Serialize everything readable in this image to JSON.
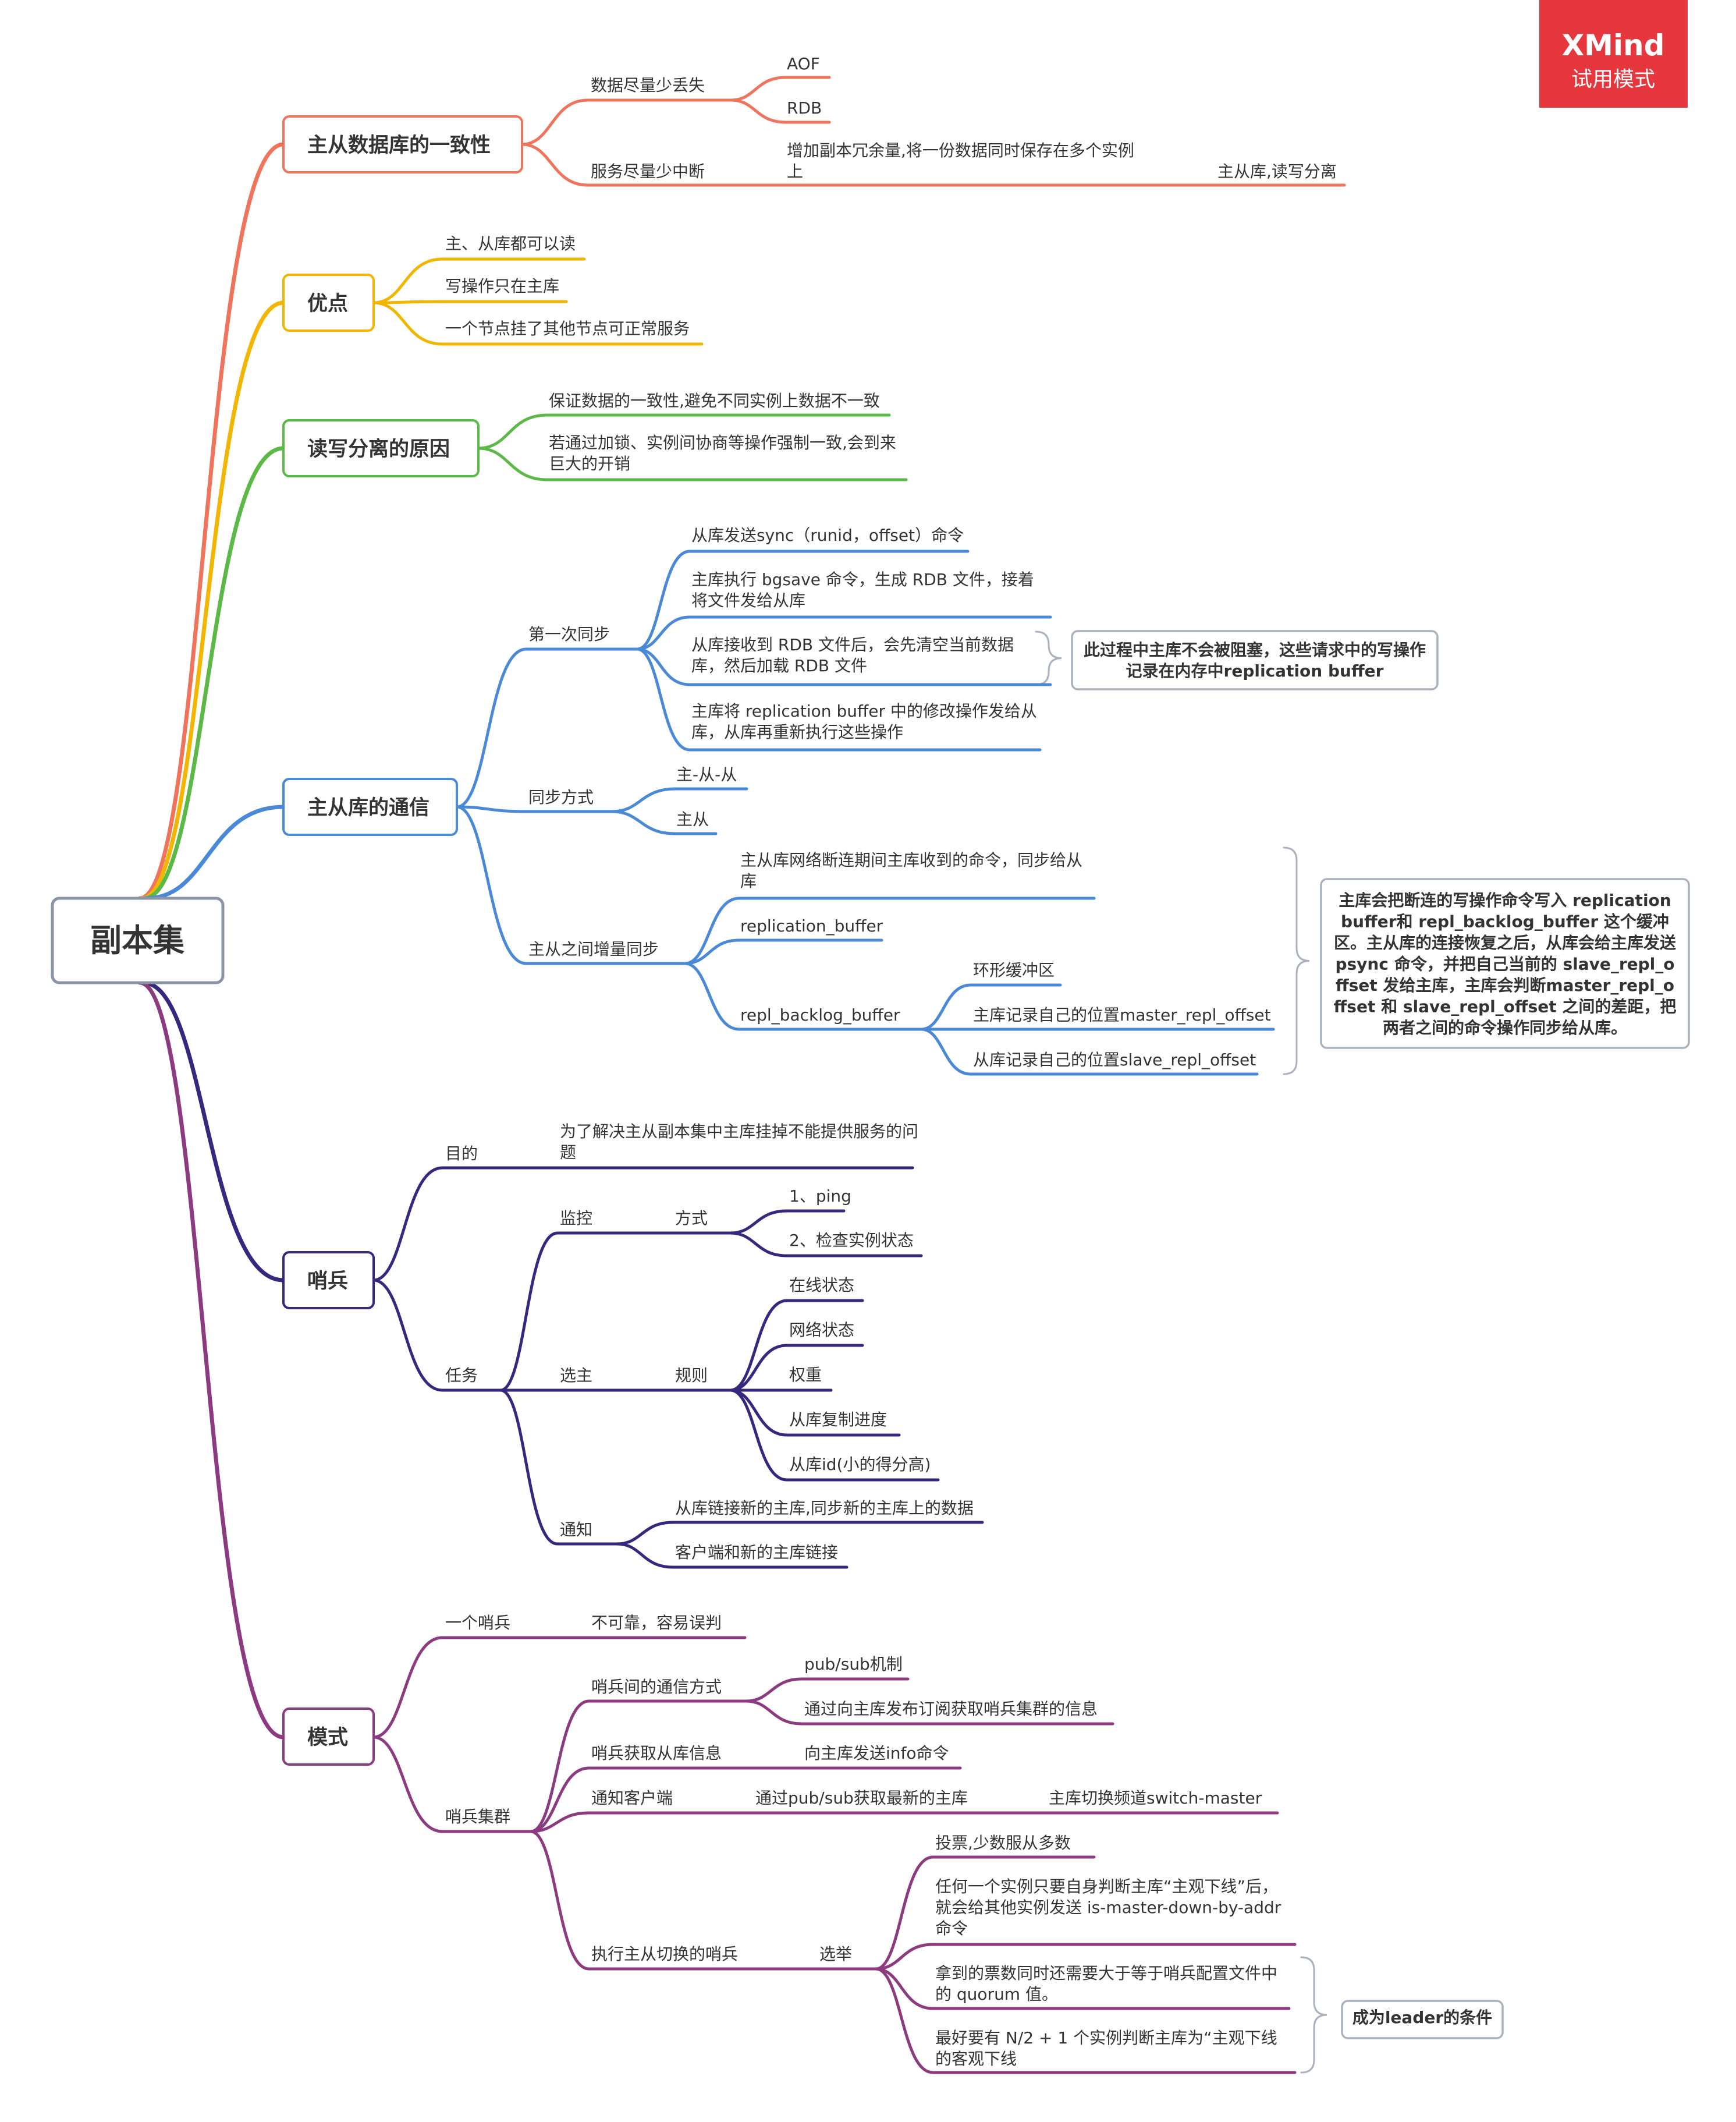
{
  "watermark": {
    "brand": "XMind",
    "mode": "试用模式",
    "color": "#e6373f"
  },
  "colors": {
    "branch1": "#f0735c",
    "branch2": "#f2b500",
    "branch3": "#5bb947",
    "branch4": "#4a89d8",
    "branch5": "#35297f",
    "branch6": "#8c3b80",
    "bracket": "#aab2bd",
    "text": "#333333"
  },
  "mindmap": {
    "root": "副本集",
    "topics": [
      {
        "label": "主从数据库的一致性",
        "children": [
          {
            "label": "数据尽量少丢失",
            "children": [
              {
                "label": "AOF"
              },
              {
                "label": "RDB"
              }
            ]
          },
          {
            "label": "服务尽量少中断",
            "children": [
              {
                "label": "增加副本冗余量,将一份数据同时保存在多个实例上",
                "children": [
                  {
                    "label": "主从库,读写分离"
                  }
                ]
              }
            ]
          }
        ]
      },
      {
        "label": "优点",
        "children": [
          {
            "label": "主、从库都可以读"
          },
          {
            "label": "写操作只在主库"
          },
          {
            "label": "一个节点挂了其他节点可正常服务"
          }
        ]
      },
      {
        "label": "读写分离的原因",
        "children": [
          {
            "label": "保证数据的一致性,避免不同实例上数据不一致"
          },
          {
            "label": "若通过加锁、实例间协商等操作强制一致,会到来巨大的开销"
          }
        ]
      },
      {
        "label": "主从库的通信",
        "children": [
          {
            "label": "第一次同步",
            "children": [
              {
                "label": "从库发送sync（runid，offset）命令"
              },
              {
                "label": "主库执行 bgsave 命令，生成 RDB 文件，接着将文件发给从库"
              },
              {
                "label": "从库接收到 RDB 文件后，会先清空当前数据库，然后加载 RDB 文件"
              },
              {
                "label": "主库将 replication buffer 中的修改操作发给从库，从库再重新执行这些操作"
              }
            ]
          },
          {
            "label": "同步方式",
            "children": [
              {
                "label": "主-从-从"
              },
              {
                "label": "主从"
              }
            ]
          },
          {
            "label": "主从之间增量同步",
            "children": [
              {
                "label": "主从库网络断连期间主库收到的命令，同步给从库"
              },
              {
                "label": "replication_buffer"
              },
              {
                "label": "repl_backlog_buffer",
                "children": [
                  {
                    "label": "环形缓冲区"
                  },
                  {
                    "label": "主库记录自己的位置master_repl_offset"
                  },
                  {
                    "label": "从库记录自己的位置slave_repl_offset"
                  }
                ]
              }
            ]
          }
        ],
        "notes": [
          "此过程中主库不会被阻塞，这些请求中的写操作记录在内存中replication buffer",
          "主库会把断连的写操作命令写入 replication buffer和 repl_backlog_buffer 这个缓冲区。主从库的连接恢复之后，从库会给主库发送 psync 命令，并把自己当前的 slave_repl_offset 发给主库，主库会判断master_repl_offset 和 slave_repl_offset 之间的差距，把两者之间的命令操作同步给从库。"
        ]
      },
      {
        "label": "哨兵",
        "children": [
          {
            "label": "目的",
            "children": [
              {
                "label": "为了解决主从副本集中主库挂掉不能提供服务的问题"
              }
            ]
          },
          {
            "label": "任务",
            "children": [
              {
                "label": "监控",
                "children": [
                  {
                    "label": "方式",
                    "children": [
                      {
                        "label": "1、ping"
                      },
                      {
                        "label": "2、检查实例状态"
                      }
                    ]
                  }
                ]
              },
              {
                "label": "选主",
                "children": [
                  {
                    "label": "规则",
                    "children": [
                      {
                        "label": "在线状态"
                      },
                      {
                        "label": "网络状态"
                      },
                      {
                        "label": "权重"
                      },
                      {
                        "label": "从库复制进度"
                      },
                      {
                        "label": "从库id(小的得分高)"
                      }
                    ]
                  }
                ]
              },
              {
                "label": "通知",
                "children": [
                  {
                    "label": "从库链接新的主库,同步新的主库上的数据"
                  },
                  {
                    "label": "客户端和新的主库链接"
                  }
                ]
              }
            ]
          }
        ]
      },
      {
        "label": "模式",
        "children": [
          {
            "label": "一个哨兵",
            "children": [
              {
                "label": "不可靠，容易误判"
              }
            ]
          },
          {
            "label": "哨兵集群",
            "children": [
              {
                "label": "哨兵间的通信方式",
                "children": [
                  {
                    "label": "pub/sub机制"
                  },
                  {
                    "label": "通过向主库发布订阅获取哨兵集群的信息"
                  }
                ]
              },
              {
                "label": "哨兵获取从库信息",
                "children": [
                  {
                    "label": "向主库发送info命令"
                  }
                ]
              },
              {
                "label": "通知客户端",
                "children": [
                  {
                    "label": "通过pub/sub获取最新的主库",
                    "children": [
                      {
                        "label": "主库切换频道switch-master"
                      }
                    ]
                  }
                ]
              },
              {
                "label": "执行主从切换的哨兵",
                "children": [
                  {
                    "label": "选举",
                    "children": [
                      {
                        "label": "投票,少数服从多数"
                      },
                      {
                        "label": "任何一个实例只要自身判断主库“主观下线”后，就会给其他实例发送 is-master-down-by-addr 命令"
                      },
                      {
                        "label": "拿到的票数同时还需要大于等于哨兵配置文件中的 quorum 值。"
                      },
                      {
                        "label": "最好要有 N/2 + 1 个实例判断主库为“主观下线的客观下线"
                      }
                    ]
                  }
                ]
              }
            ]
          }
        ],
        "notes": [
          "成为leader的条件"
        ]
      }
    ]
  }
}
